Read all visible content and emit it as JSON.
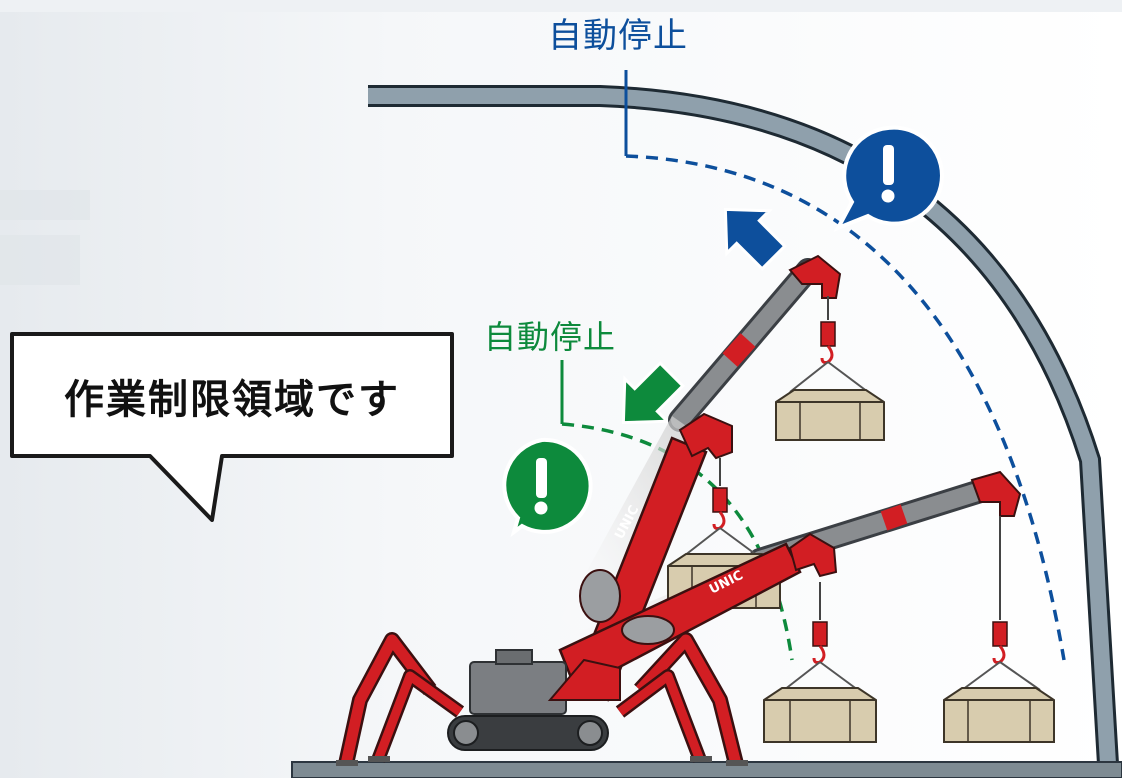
{
  "labels": {
    "auto_stop_blue": "自動停止",
    "auto_stop_green": "自動停止",
    "callout": "作業制限領域です",
    "crane_brand_upper": "UNIC",
    "crane_brand_lower": "UNIC",
    "warning_symbol": "!"
  },
  "colors": {
    "blue": "#0d4f9c",
    "green": "#0d8a3c",
    "crane_red": "#d21e23",
    "crane_gray": "#8a8d90",
    "load": "#d8ccae",
    "ceiling": "#8fa0ac",
    "floor": "#7e8b93"
  },
  "icons": {
    "warning": "exclamation-bubble-icon",
    "arrow": "arrow-icon"
  }
}
